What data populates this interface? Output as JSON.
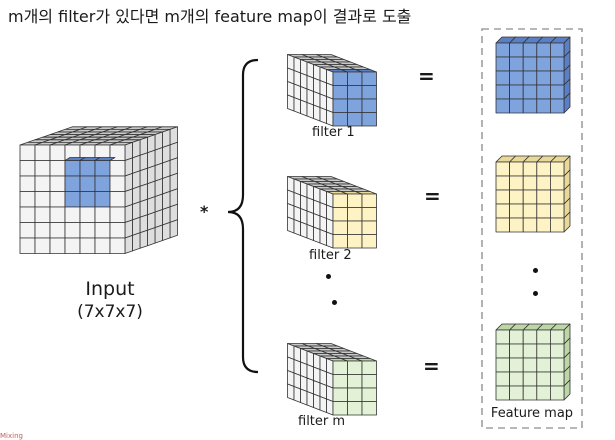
{
  "title": "m개의 filter가 있다면 m개의 feature map이 결과로 도출",
  "input": {
    "label": "Input",
    "dims": "(7x7x7)"
  },
  "operator": "*",
  "equals": [
    "=",
    "=",
    "="
  ],
  "filters": [
    {
      "label": "filter 1"
    },
    {
      "label": "filter 2"
    },
    {
      "label": "filter m"
    }
  ],
  "feature_map": {
    "label": "Feature map"
  },
  "watermark": "Mixing",
  "colors": {
    "grid_line": "#333333",
    "cube_front": "#f4f4f4",
    "cube_top": "#c9c9c9",
    "cube_side": "#dedede",
    "blue": "#7fa3dd",
    "blue_top": "#5b7fc4",
    "yellow": "#fdf3c4",
    "yellow_top": "#e8d99a",
    "green": "#e3f2d6",
    "green_top": "#bcd6a8",
    "dashed_box": "#a0a0a0"
  }
}
